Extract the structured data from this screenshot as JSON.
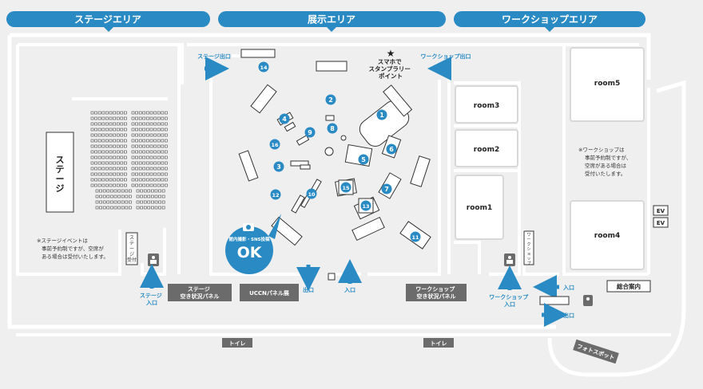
{
  "areas": {
    "stage": "ステージエリア",
    "exhibit": "展示エリア",
    "workshop": "ワークショップエリア"
  },
  "stage_label": "ステージ",
  "stage_note": [
    "※ステージイベントは",
    "事前予約制ですが、空席が",
    "ある場合は受付いたします。"
  ],
  "stage_reception": "ステージ受付",
  "stage_entrance": [
    "ステージ",
    "入口"
  ],
  "stage_exit": "ステージ出口",
  "workshop_exit": "ワークショップ出口",
  "stamp_rally": [
    "スマホで",
    "スタンプラリー",
    "ポイント"
  ],
  "photo_badge": {
    "line1": "館内撮影・SNS投稿",
    "ok": "OK"
  },
  "exits": {
    "exit": "出口",
    "entrance": "入口"
  },
  "rooms": {
    "room1": "room1",
    "room2": "room2",
    "room3": "room3",
    "room4": "room4",
    "room5": "room5"
  },
  "workshop_note": [
    "※ワークショップは",
    "事前予約制ですが、",
    "空席がある場合は",
    "受付いたします。"
  ],
  "workshop_reception": "ワークショップ受付",
  "workshop_entrance": [
    "ワークショップ",
    "入口"
  ],
  "panels": {
    "stage_status": [
      "ステージ",
      "空き状況パネル"
    ],
    "uccn": "UCCNパネル展",
    "workshop_status": [
      "ワークショップ",
      "空き状況パネル"
    ],
    "info": "総合案内"
  },
  "right_entrance": "入口",
  "right_exit": "出口",
  "ev": "EV",
  "toilet": "トイレ",
  "photo_spot": "フォトスポット",
  "exhibit_numbers": [
    "1",
    "2",
    "3",
    "4",
    "5",
    "6",
    "7",
    "8",
    "9",
    "10",
    "11",
    "12",
    "13",
    "14",
    "15",
    "16"
  ],
  "colors": {
    "accent": "#2a8bc4",
    "panel": "#6b6b6b",
    "wall": "#ffffff"
  }
}
